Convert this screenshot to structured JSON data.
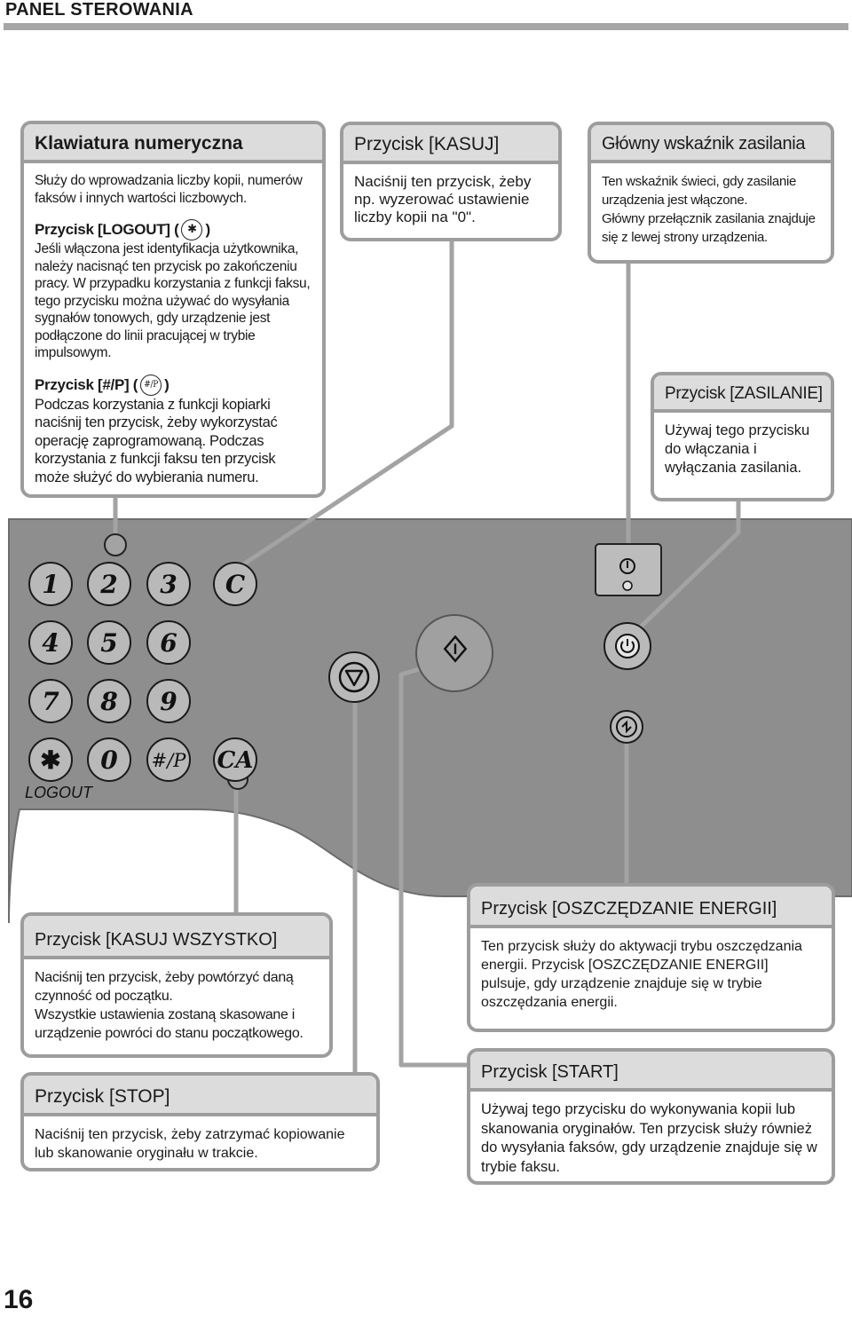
{
  "header": {
    "title": "PANEL STEROWANIA"
  },
  "page_number": "16",
  "callouts": {
    "numeric_keypad": {
      "title": "Klawiatura numeryczna",
      "text": "Służy do wprowadzania liczby kopii, numerów faksów i innych wartości liczbowych.",
      "logout_title_pre": "Przycisk [LOGOUT] (",
      "logout_title_post": ")",
      "logout_icon": "✱",
      "logout_text": "Jeśli włączona jest identyfikacja użytkownika, należy nacisnąć ten przycisk po zakończeniu pracy. W przypadku korzystania z funkcji faksu, tego przycisku można używać do wysyłania sygnałów tonowych, gdy urządzenie jest podłączone do linii pracującej w trybie impulsowym.",
      "hash_title_pre": "Przycisk [#/P] (",
      "hash_title_post": ")",
      "hash_icon": "#/P",
      "hash_text": "Podczas korzystania z funkcji kopiarki naciśnij ten przycisk, żeby wykorzystać operację zaprogramowaną. Podczas korzystania z funkcji faksu ten przycisk może służyć do wybierania numeru."
    },
    "clear": {
      "title": "Przycisk [KASUJ]",
      "text": "Naciśnij ten przycisk, żeby np. wyzerować ustawienie liczby kopii na \"0\"."
    },
    "main_power_indicator": {
      "title": "Główny wskaźnik zasilania",
      "text1": "Ten wskaźnik świeci, gdy zasilanie urządzenia jest włączone.",
      "text2": "Główny przełącznik zasilania znajduje się z lewej strony urządzenia."
    },
    "power": {
      "title": "Przycisk [ZASILANIE]",
      "text": "Używaj tego przycisku do włączania i wyłączania zasilania."
    },
    "clear_all": {
      "title": "Przycisk [KASUJ WSZYSTKO]",
      "text1": "Naciśnij ten przycisk, żeby powtórzyć daną czynność od początku.",
      "text2": "Wszystkie ustawienia zostaną skasowane i urządzenie powróci do stanu początkowego."
    },
    "energy_save": {
      "title": "Przycisk [OSZCZĘDZANIE ENERGII]",
      "text": "Ten przycisk służy do aktywacji trybu oszczędzania energii. Przycisk [OSZCZĘDZANIE ENERGII] pulsuje, gdy urządzenie znajduje się w trybie oszczędzania energii."
    },
    "stop": {
      "title": "Przycisk [STOP]",
      "text": "Naciśnij ten przycisk, żeby zatrzymać kopiowanie lub skanowanie oryginału w trakcie."
    },
    "start": {
      "title": "Przycisk [START]",
      "text": "Używaj tego przycisku do wykonywania kopii lub skanowania oryginałów. Ten przycisk służy również do wysyłania faksów, gdy urządzenie znajduje się w trybie faksu."
    }
  },
  "panel": {
    "keys": [
      "1",
      "2",
      "3",
      "C",
      "4",
      "5",
      "6",
      "7",
      "8",
      "9",
      "✱",
      "0",
      "#/P",
      "CA"
    ],
    "logout_label": "LOGOUT",
    "icons": [
      "stop-icon",
      "start-icon",
      "power-icon",
      "energy-save-icon",
      "main-power-indicator-icon"
    ]
  }
}
